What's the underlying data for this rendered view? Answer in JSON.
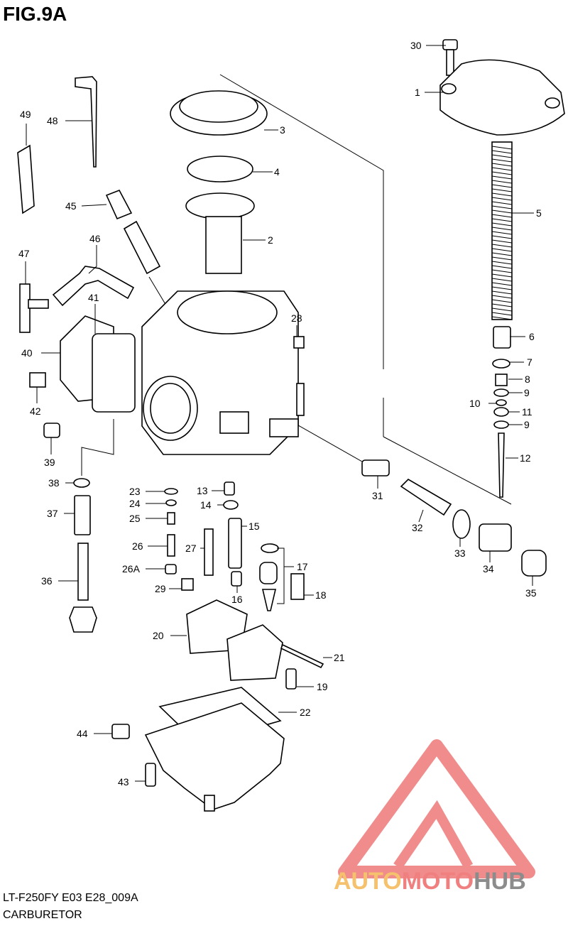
{
  "figure": {
    "title": "FIG.9A"
  },
  "footer": {
    "model_code": "LT-F250FY E03 E28_009A",
    "section": "CARBURETOR"
  },
  "watermark": {
    "word_part1": "AUTO",
    "word_part2": "MOTO",
    "word_part3": "HUB",
    "colors": {
      "triangle": "#f08080",
      "auto": "#f5c16c",
      "moto": "#f08080",
      "hub": "#8c8c8c"
    }
  },
  "callouts": {
    "c1": "1",
    "c2": "2",
    "c3": "3",
    "c4": "4",
    "c5": "5",
    "c6": "6",
    "c7": "7",
    "c8": "8",
    "c9a": "9",
    "c9b": "9",
    "c10": "10",
    "c11": "11",
    "c12": "12",
    "c13": "13",
    "c14": "14",
    "c15": "15",
    "c16": "16",
    "c17": "17",
    "c18": "18",
    "c19": "19",
    "c20": "20",
    "c21": "21",
    "c22": "22",
    "c23": "23",
    "c24": "24",
    "c25": "25",
    "c26": "26",
    "c26a": "26A",
    "c27": "27",
    "c28": "28",
    "c29": "29",
    "c30": "30",
    "c31": "31",
    "c32": "32",
    "c33": "33",
    "c34": "34",
    "c35": "35",
    "c36": "36",
    "c37": "37",
    "c38": "38",
    "c39": "39",
    "c40": "40",
    "c41": "41",
    "c42": "42",
    "c43": "43",
    "c44": "44",
    "c45": "45",
    "c46": "46",
    "c47": "47",
    "c48": "48",
    "c49": "49"
  }
}
